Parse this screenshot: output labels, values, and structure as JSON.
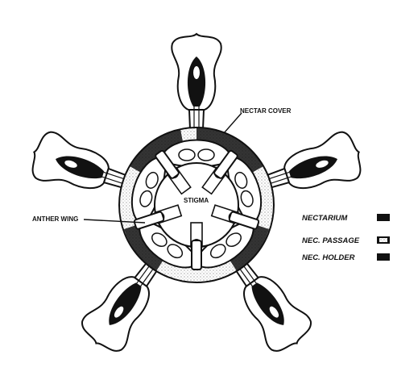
{
  "labels": {
    "nectar_cover": "NECTAR COVER",
    "stigma": "STIGMA",
    "anther_wing": "ANTHER WING"
  },
  "legend": [
    {
      "label": "NECTARIUM",
      "swatch": "solid"
    },
    {
      "label": "NEC. PASSAGE",
      "swatch": "dotted"
    },
    {
      "label": "NEC. HOLDER",
      "swatch": "solid"
    }
  ],
  "colors": {
    "ink": "#111111",
    "paper": "#ffffff",
    "stipple": "#9a9a9a"
  }
}
